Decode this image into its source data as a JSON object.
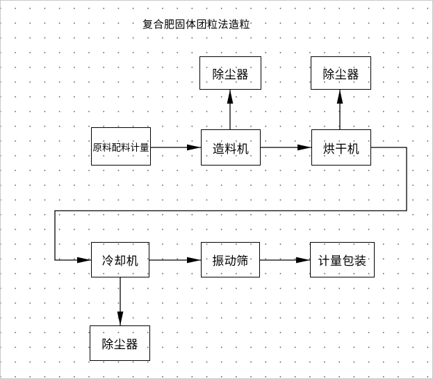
{
  "title": "复合肥固体团粒法造粒",
  "nodes": {
    "dust_top_left": {
      "label": "除尘器"
    },
    "dust_top_right": {
      "label": "除尘器"
    },
    "raw_material": {
      "label": "原料配料计量"
    },
    "granulator": {
      "label": "造料机"
    },
    "dryer": {
      "label": "烘干机"
    },
    "cooler": {
      "label": "冷却机"
    },
    "sieve": {
      "label": "振动筛"
    },
    "packaging": {
      "label": "计量包装"
    },
    "dust_bottom": {
      "label": "除尘器"
    }
  },
  "edges": [
    {
      "from": "原料配料计量",
      "to": "造料机"
    },
    {
      "from": "造料机",
      "to": "除尘器(上左)"
    },
    {
      "from": "造料机",
      "to": "烘干机"
    },
    {
      "from": "烘干机",
      "to": "除尘器(上右)"
    },
    {
      "from": "烘干机",
      "to": "冷却机"
    },
    {
      "from": "冷却机",
      "to": "振动筛"
    },
    {
      "from": "冷却机",
      "to": "除尘器(下)"
    },
    {
      "from": "振动筛",
      "to": "计量包装"
    }
  ],
  "colors": {
    "line": "#000000",
    "background": "#ffffff",
    "grid_dot": "#606060"
  }
}
